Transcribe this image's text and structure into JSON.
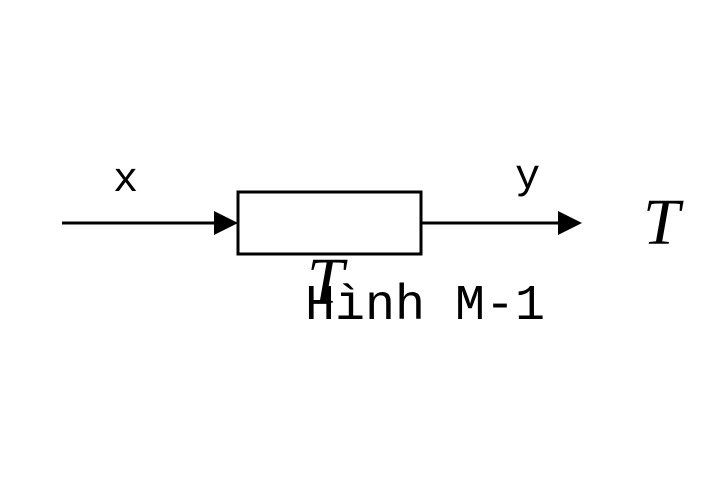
{
  "diagram": {
    "input_label": "x",
    "output_label": "y",
    "caption": "Hình M-1",
    "output_T": "T",
    "overlap_T": "T"
  },
  "colors": {
    "stroke": "#000000",
    "background": "#ffffff"
  }
}
